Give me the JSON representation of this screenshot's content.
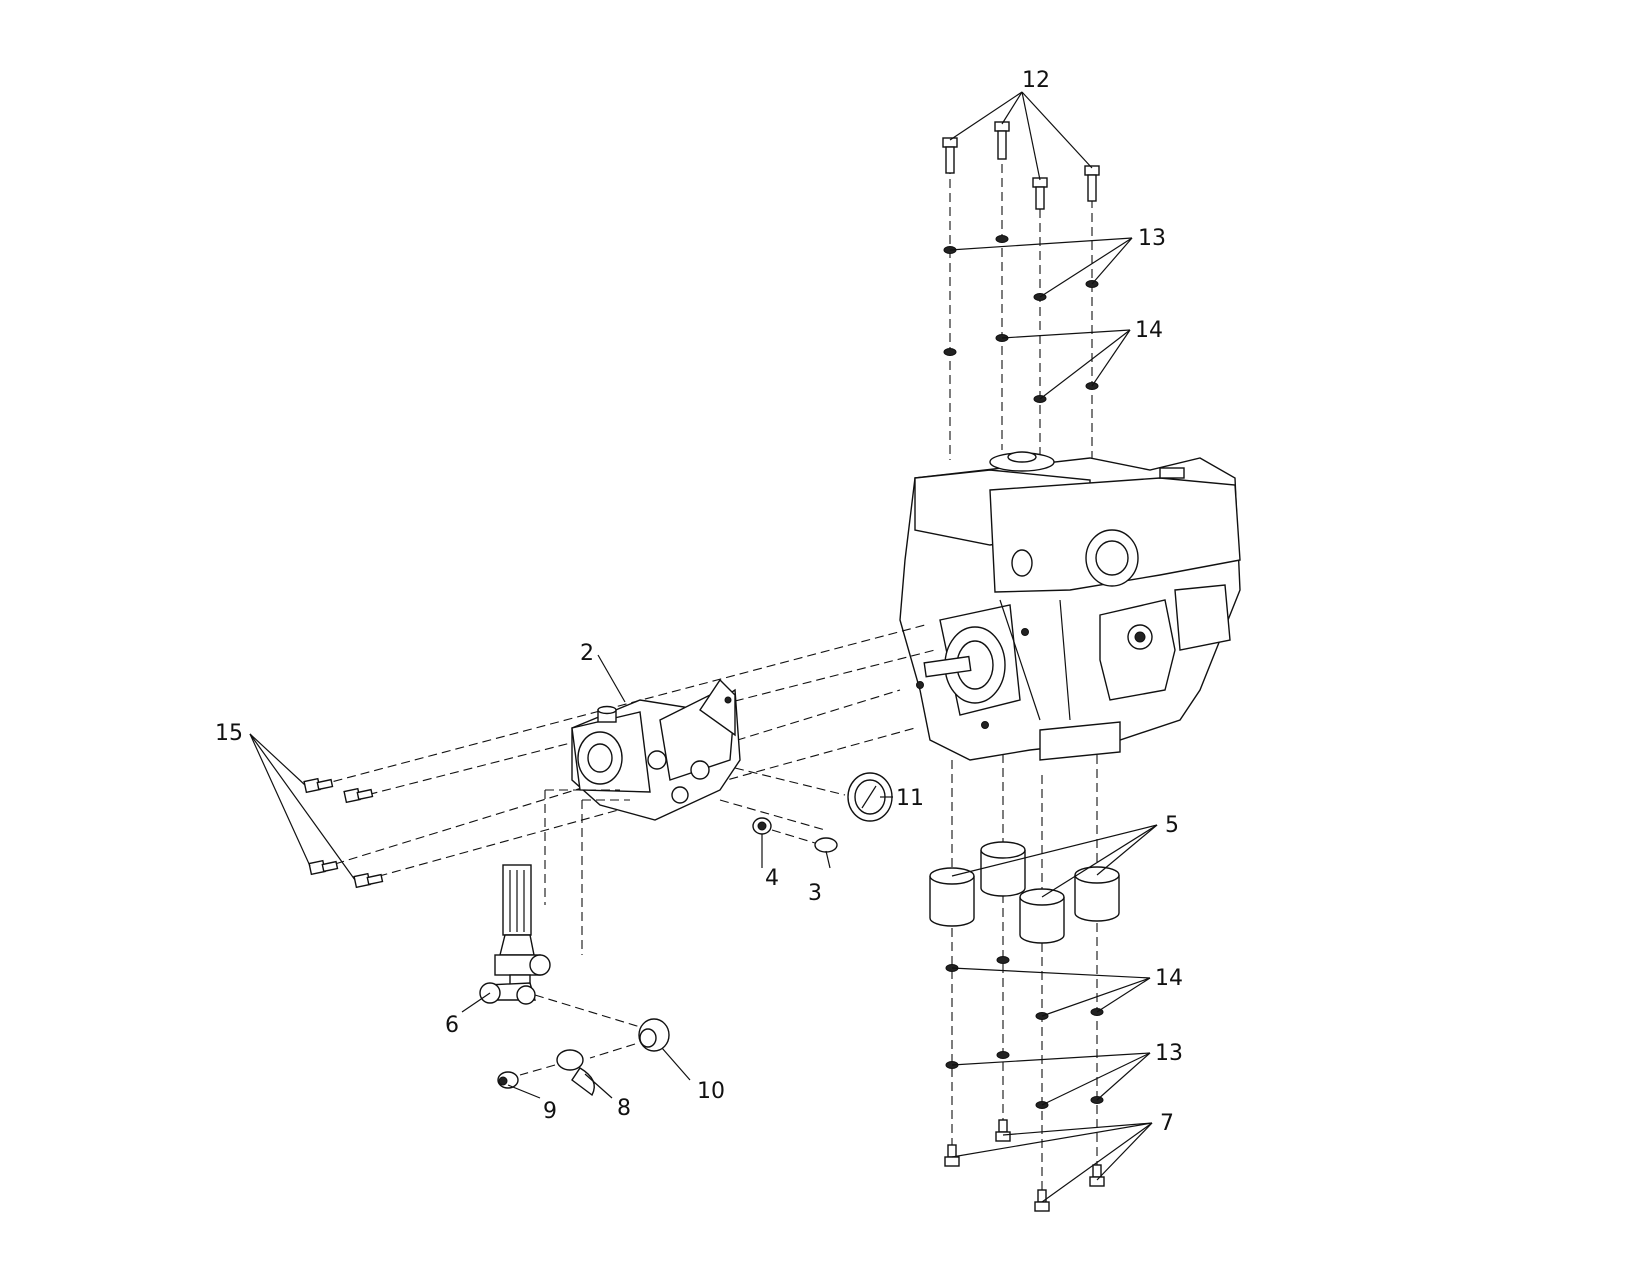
{
  "diagram": {
    "colors": {
      "line": "#111111",
      "background": "#ffffff",
      "shade": "#efefef"
    },
    "callouts": [
      {
        "id": "c12",
        "label": "12"
      },
      {
        "id": "c13a",
        "label": "13"
      },
      {
        "id": "c14a",
        "label": "14"
      },
      {
        "id": "c2",
        "label": "2"
      },
      {
        "id": "c15",
        "label": "15"
      },
      {
        "id": "c5",
        "label": "5"
      },
      {
        "id": "c11",
        "label": "11"
      },
      {
        "id": "c4",
        "label": "4"
      },
      {
        "id": "c3",
        "label": "3"
      },
      {
        "id": "c14b",
        "label": "14"
      },
      {
        "id": "c13b",
        "label": "13"
      },
      {
        "id": "c6",
        "label": "6"
      },
      {
        "id": "c7",
        "label": "7"
      },
      {
        "id": "c10",
        "label": "10"
      },
      {
        "id": "c9",
        "label": "9"
      },
      {
        "id": "c8",
        "label": "8"
      }
    ]
  }
}
